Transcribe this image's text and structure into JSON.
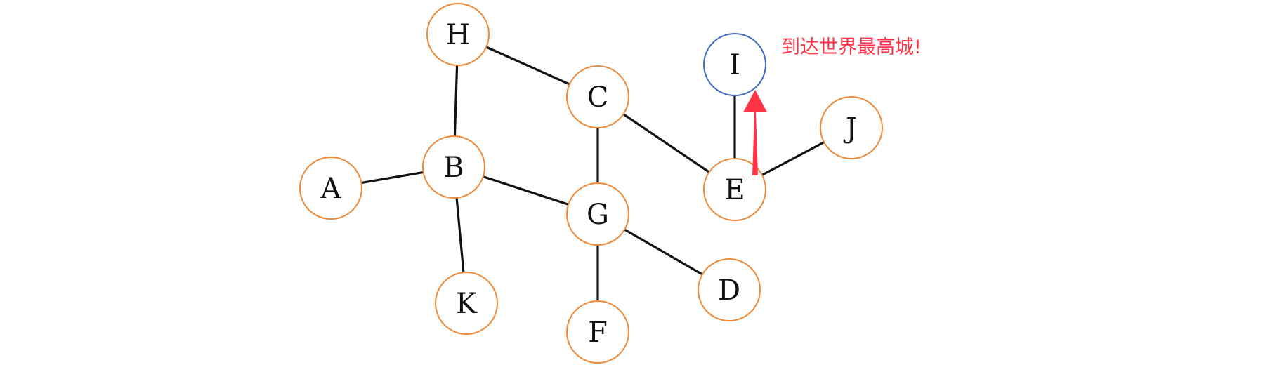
{
  "diagram": {
    "node_stroke": "#ee8a3a",
    "highlight_stroke": "#3f6cc0",
    "annotation_color": "#ff3344",
    "nodes": [
      {
        "id": "A",
        "label": "A"
      },
      {
        "id": "B",
        "label": "B"
      },
      {
        "id": "C",
        "label": "C"
      },
      {
        "id": "D",
        "label": "D"
      },
      {
        "id": "E",
        "label": "E"
      },
      {
        "id": "F",
        "label": "F"
      },
      {
        "id": "G",
        "label": "G"
      },
      {
        "id": "H",
        "label": "H"
      },
      {
        "id": "I",
        "label": "I",
        "highlight": true
      },
      {
        "id": "J",
        "label": "J"
      },
      {
        "id": "K",
        "label": "K"
      }
    ],
    "edges": [
      [
        "A",
        "B"
      ],
      [
        "B",
        "H"
      ],
      [
        "B",
        "K"
      ],
      [
        "B",
        "G"
      ],
      [
        "H",
        "C"
      ],
      [
        "C",
        "G"
      ],
      [
        "C",
        "E"
      ],
      [
        "G",
        "D"
      ],
      [
        "G",
        "F"
      ],
      [
        "E",
        "I"
      ],
      [
        "E",
        "J"
      ]
    ],
    "annotation": {
      "text": "到达世界最高城!",
      "arrow_from": "E",
      "arrow_to": "I"
    }
  }
}
